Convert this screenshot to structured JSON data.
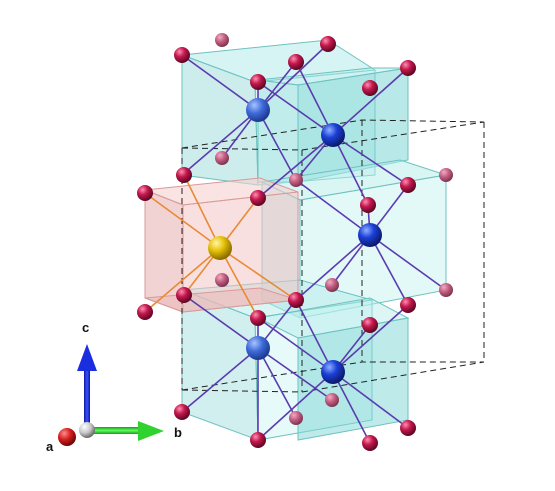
{
  "axes": {
    "a_label": "a",
    "b_label": "b",
    "c_label": "c"
  },
  "colors": {
    "teal_box_fill": "#a9e4e2",
    "teal_box_stroke": "#6cc2c0",
    "pink_box_fill": "#f1c0c0",
    "pink_box_stroke": "#d99999",
    "anion": "#c4184e",
    "cation_blue": "#1c40d8",
    "cation_gold": "#e8c40c",
    "bond_purple": "#5b3cb0",
    "bond_orange": "#e98a35",
    "axis_c": "#1a2ee0",
    "axis_b": "#2fd22f",
    "axis_a": "#d41f1f",
    "cell_dash": "#222222"
  },
  "structure": {
    "polyhedra": [
      {
        "type": "octahedron",
        "center_atom": "blue",
        "shade": "teal"
      },
      {
        "type": "octahedron",
        "center_atom": "blue",
        "shade": "teal"
      },
      {
        "type": "octahedron",
        "center_atom": "blue",
        "shade": "teal"
      },
      {
        "type": "octahedron",
        "center_atom": "blue",
        "shade": "teal"
      },
      {
        "type": "octahedron",
        "center_atom": "blue",
        "shade": "teal"
      },
      {
        "type": "octahedron",
        "center_atom": "gold",
        "shade": "pink"
      }
    ]
  }
}
